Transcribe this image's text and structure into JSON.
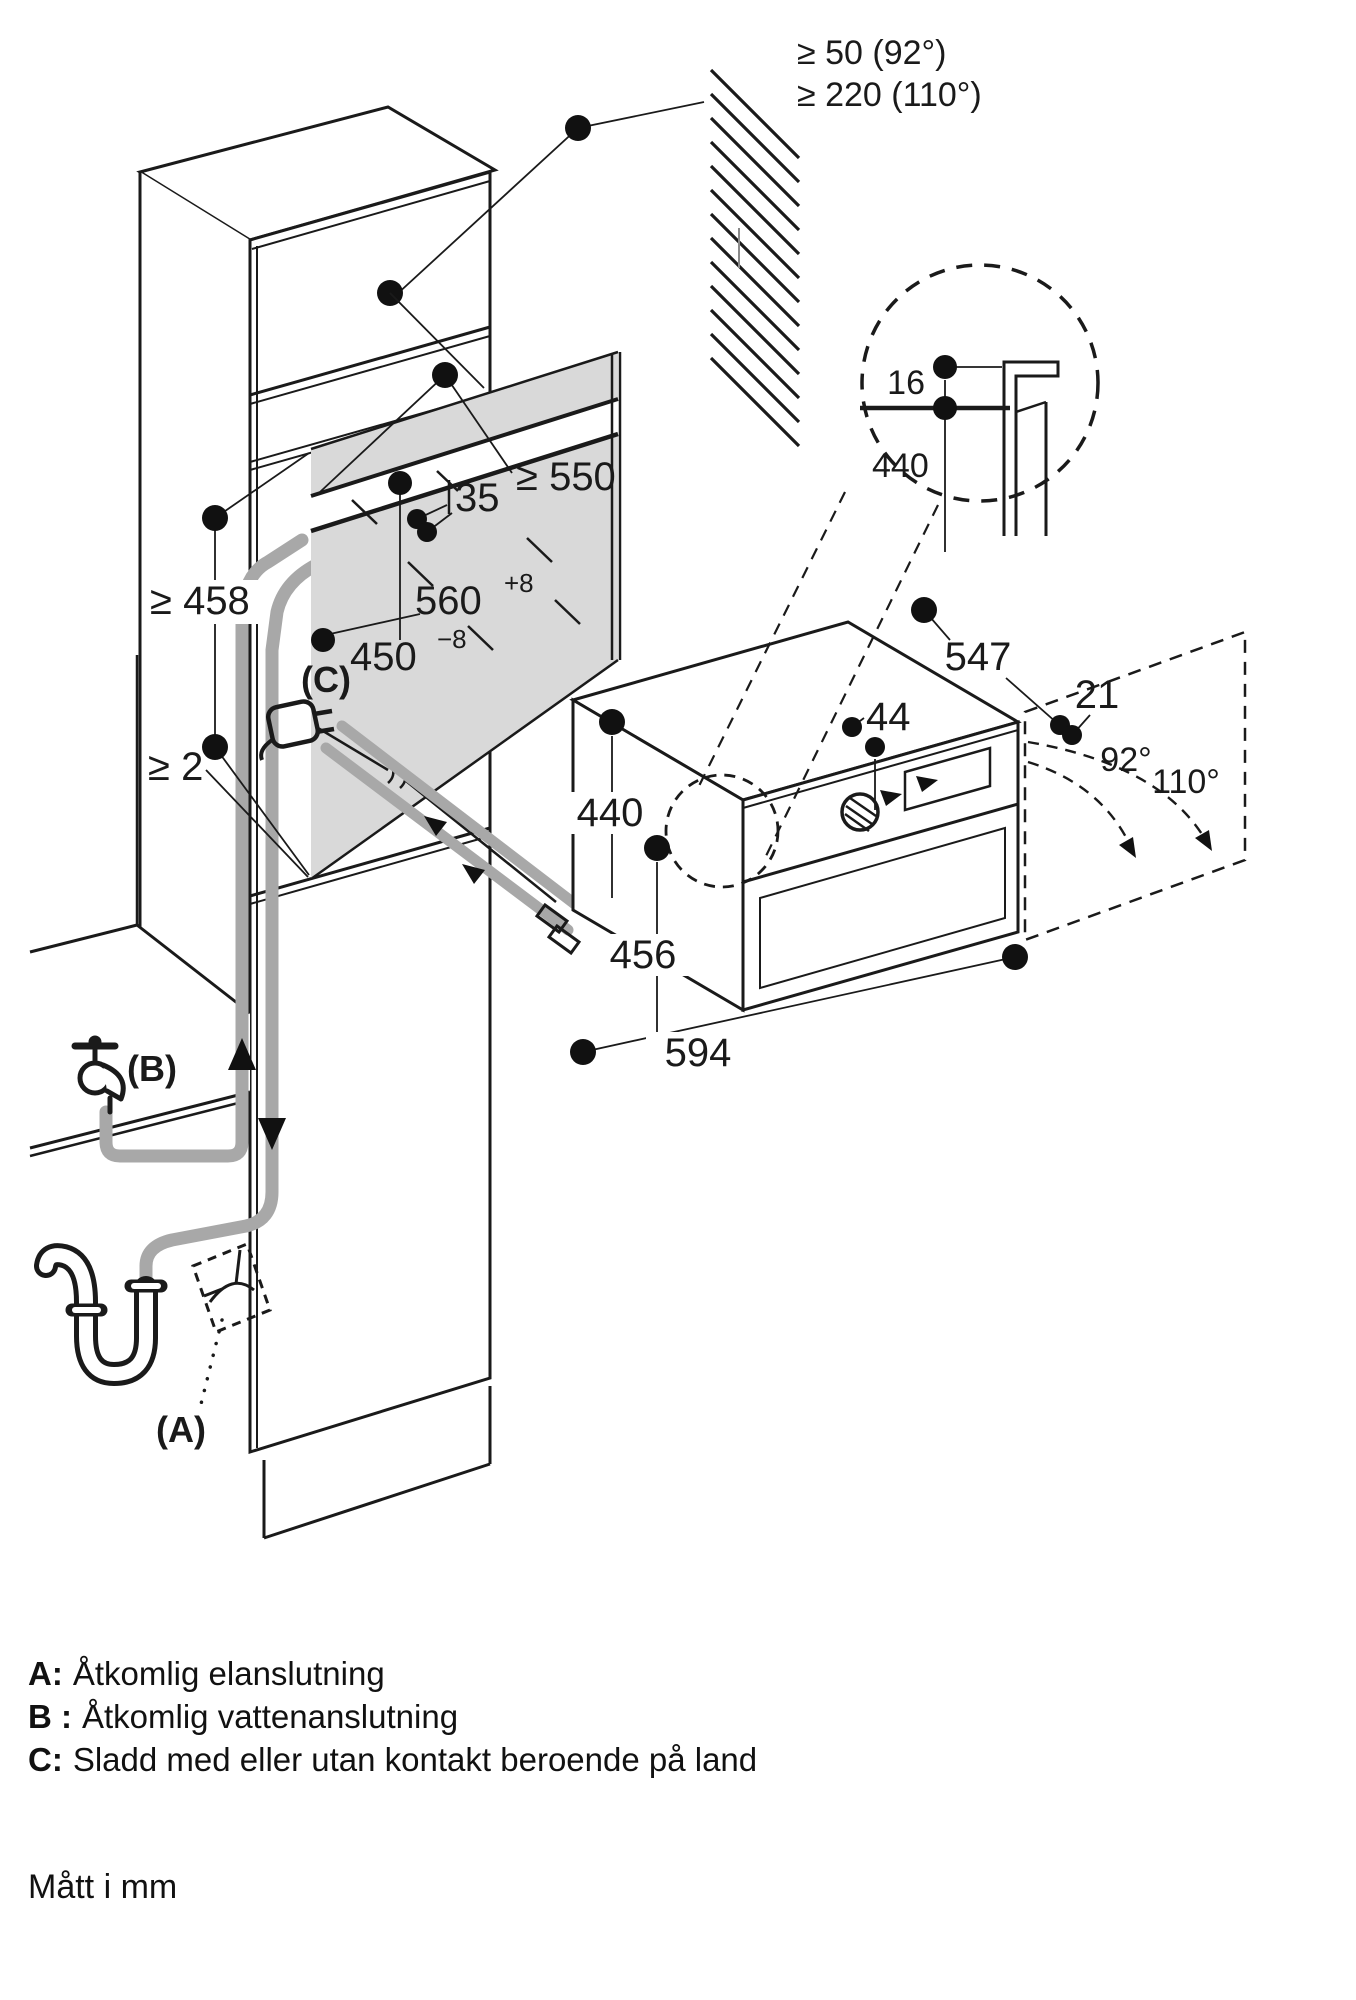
{
  "wall_clearance": {
    "line1": "≥ 50 (92°)",
    "line2": "≥ 220 (110°)"
  },
  "detail_circle": {
    "d16": "16",
    "d440": "440"
  },
  "niche": {
    "d35": "35",
    "d550": "≥ 550",
    "d560": "560",
    "d560_sup": "+8",
    "d450": "450",
    "d450_sup": "−8",
    "d458": "≥ 458",
    "d2": "≥ 2"
  },
  "oven": {
    "d440": "440",
    "d456": "456",
    "d44": "44",
    "d594": "594",
    "d547": "547",
    "d21": "21",
    "a92": "92°",
    "a110": "110°"
  },
  "callouts": {
    "a": "(A)",
    "b": "(B)",
    "c": "(C)"
  },
  "legend": [
    {
      "key": "A:",
      "text": "Åtkomlig elanslutning"
    },
    {
      "key": "B :",
      "text": "Åtkomlig vattenanslutning"
    },
    {
      "key": "C:",
      "text": "Sladd med eller utan kontakt beroende på land"
    }
  ],
  "footer": "Mått i mm",
  "icons": [
    "faucet-icon",
    "siphon-icon",
    "outlet-icon",
    "plug-icon",
    "knob-icon",
    "wall-hatch",
    "up-arrow-icon",
    "down-arrow-icon"
  ],
  "colors": {
    "ink": "#1a1a1a",
    "niche_fill": "#d9d9d9",
    "pipe": "#a8a8a8"
  }
}
